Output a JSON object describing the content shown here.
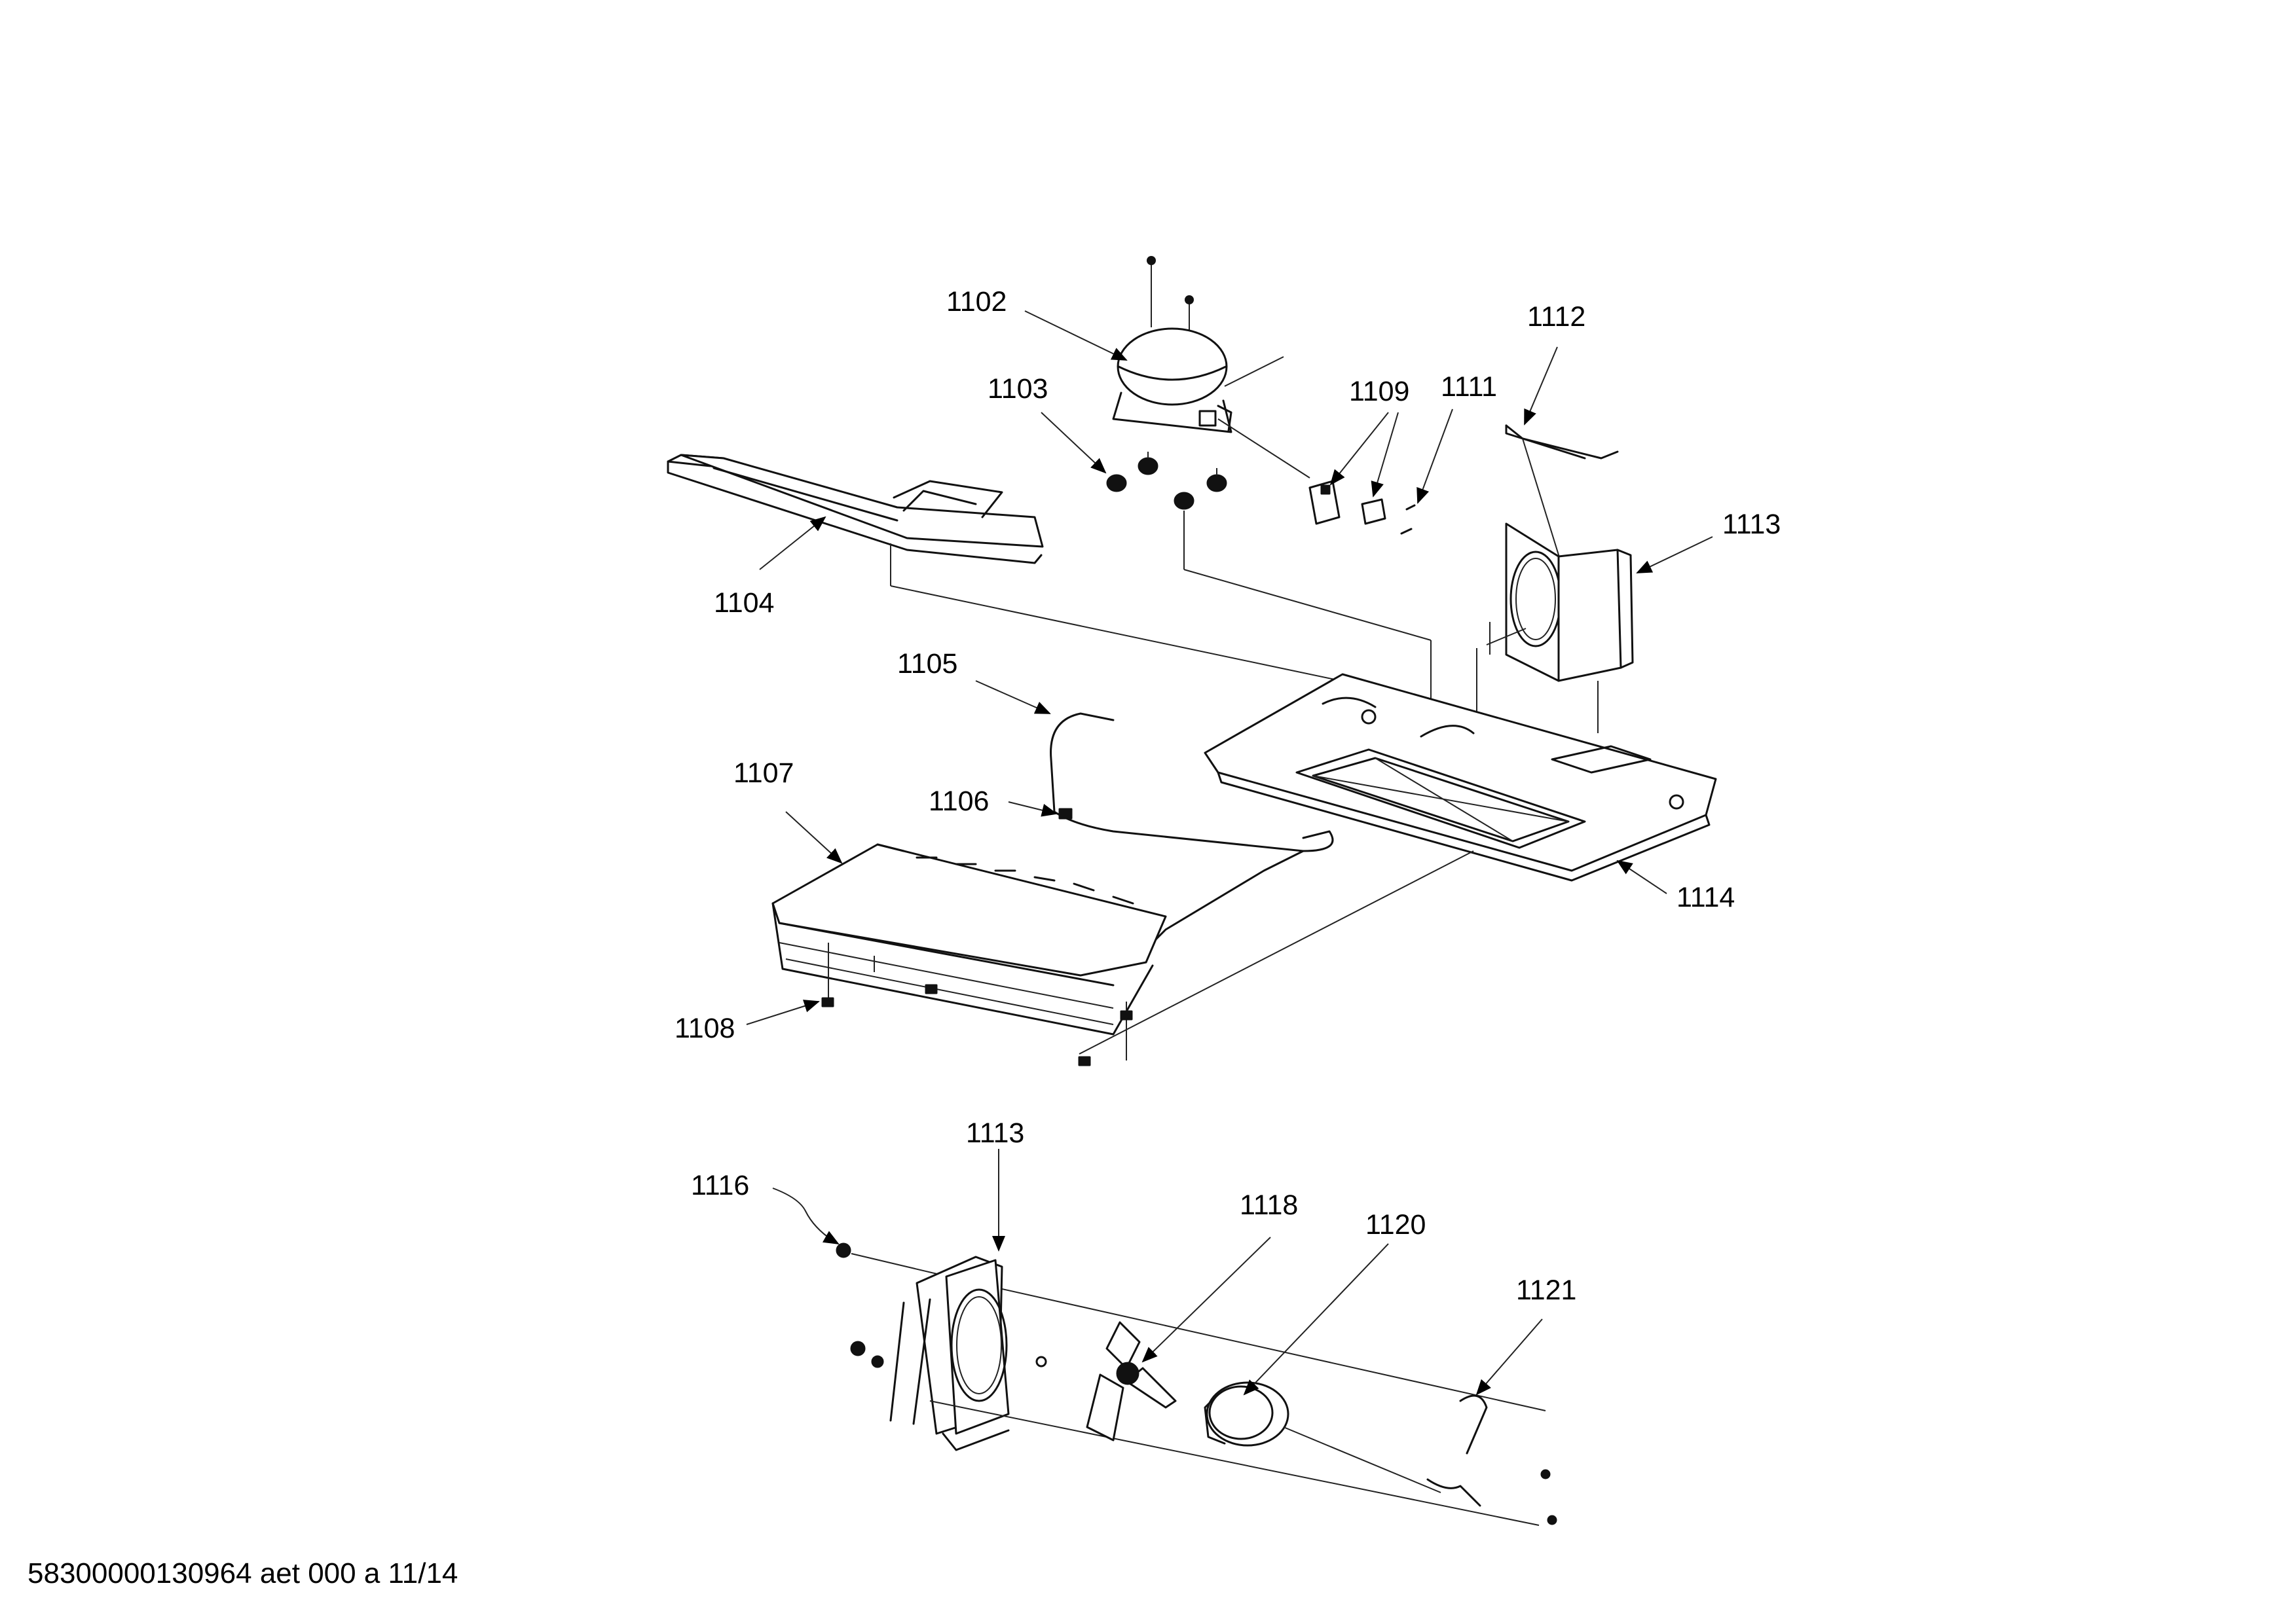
{
  "labels": {
    "p1102": "1102",
    "p1103": "1103",
    "p1104": "1104",
    "p1105": "1105",
    "p1106": "1106",
    "p1107": "1107",
    "p1108": "1108",
    "p1109": "1109",
    "p1111": "1111",
    "p1112": "1112",
    "p1113_top": "1113",
    "p1114": "1114",
    "p1113_bottom": "1113",
    "p1116": "1116",
    "p1118": "1118",
    "p1120": "1120",
    "p1121": "1121"
  },
  "footer": {
    "doc_ref": "58300000130964 aet 000 a 11/14"
  }
}
